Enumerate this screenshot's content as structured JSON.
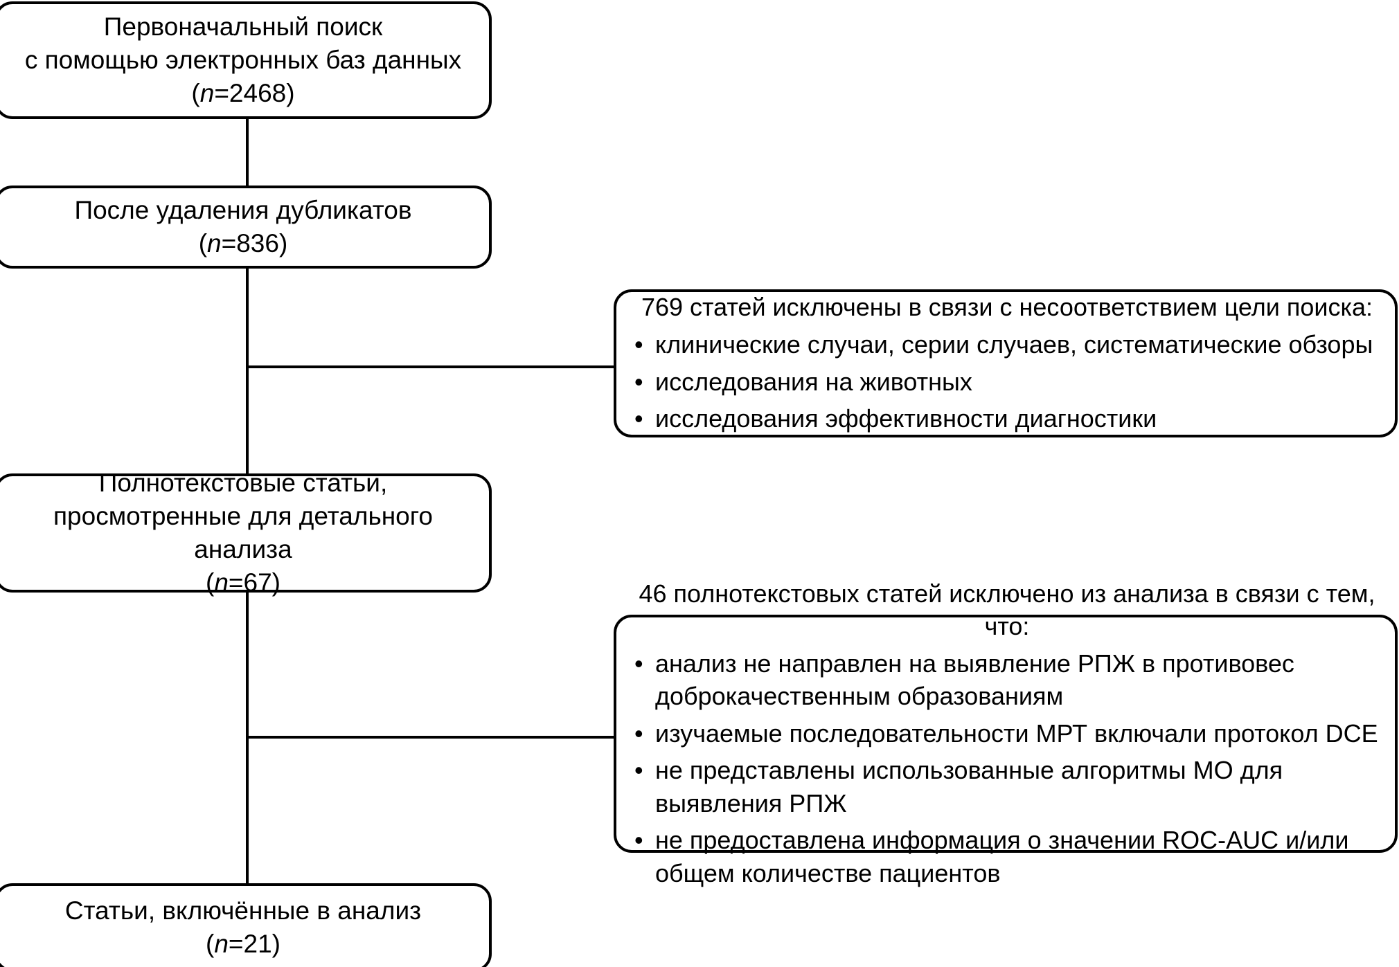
{
  "diagram": {
    "type": "prisma-flow-diagram",
    "language": "ru",
    "stroke_color": "#000000",
    "background_color": "#ffffff",
    "flow_nodes": [
      {
        "id": "initial-search",
        "lines": [
          "Первоначальный поиск",
          "с помощью электронных баз данных"
        ],
        "count_label": "(n=2468)",
        "n_symbol": "n",
        "n_value": "=2468)",
        "n_open": "("
      },
      {
        "id": "after-duplicates",
        "lines": [
          "После удаления дубликатов"
        ],
        "count_label": "(n=836)",
        "n_symbol": "n",
        "n_value": "=836)",
        "n_open": "("
      },
      {
        "id": "fulltext-reviewed",
        "lines": [
          "Полнотекстовые статьи,",
          "просмотренные для детального анализа"
        ],
        "count_label": "(n=67)",
        "n_symbol": "n",
        "n_value": "=67)",
        "n_open": "("
      },
      {
        "id": "included",
        "lines": [
          "Статьи, включённые в анализ"
        ],
        "count_label": "(n=21)",
        "n_symbol": "n",
        "n_value": "=21)",
        "n_open": "("
      }
    ],
    "exclusion_nodes": [
      {
        "id": "exclusion-1",
        "heading": "769 статей исключены в связи с несоответствием цели поиска:",
        "bullet_glyph": "•",
        "items": [
          "клинические случаи, серии случаев, систематические обзоры",
          "исследования на животных",
          "исследования эффективности диагностики"
        ]
      },
      {
        "id": "exclusion-2",
        "heading": "46 полнотекстовых статей исключено из анализа в связи с тем, что:",
        "bullet_glyph": "•",
        "items": [
          "анализ не направлен на выявление РПЖ в противовес доброкачественным образованиям",
          "изучаемые последовательности МРТ включали протокол DCE",
          "не представлены использованные алгоритмы МО для выявления РПЖ",
          "не предоставлена информация о значении ROC-AUC и/или общем количестве пациентов"
        ]
      }
    ]
  }
}
